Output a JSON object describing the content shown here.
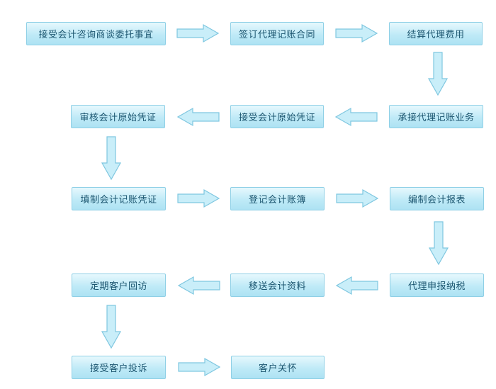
{
  "flow": {
    "steps": [
      "接受会计咨询商谈委托事宜",
      "签订代理记账合同",
      "结算代理费用",
      "承接代理记账业务",
      "接受会计原始凭证",
      "审核会计原始凭证",
      "填制会计记账凭证",
      "登记会计账簿",
      "编制会计报表",
      "代理申报纳税",
      "移送会计资料",
      "定期客户回访",
      "接受客户投诉",
      "客户关怀"
    ]
  },
  "colors": {
    "box_border": "#8fd0e6",
    "box_fill": "#bfeaf7",
    "box_text": "#1c5670",
    "arrow_fill": "#c9eef9",
    "arrow_stroke": "#7fc7e0"
  }
}
